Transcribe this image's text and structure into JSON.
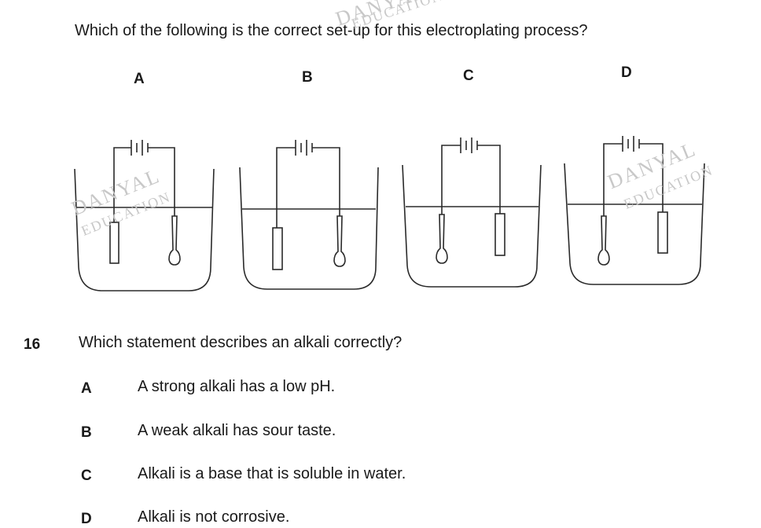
{
  "question_15": {
    "prompt": "Which of the following is the correct set-up for this electroplating process?",
    "setups": [
      {
        "label": "A"
      },
      {
        "label": "B"
      },
      {
        "label": "C"
      },
      {
        "label": "D"
      }
    ]
  },
  "question_16": {
    "number": "16",
    "prompt": "Which statement describes an alkali correctly?",
    "options": [
      {
        "letter": "A",
        "text": "A strong alkali has a low pH."
      },
      {
        "letter": "B",
        "text": "A weak alkali has sour taste."
      },
      {
        "letter": "C",
        "text": "Alkali is a base that is soluble in water."
      },
      {
        "letter": "D",
        "text": "Alkali is not corrosive."
      }
    ]
  },
  "watermarks": {
    "line1": "DANYAL",
    "line2": "EDUCATION"
  }
}
